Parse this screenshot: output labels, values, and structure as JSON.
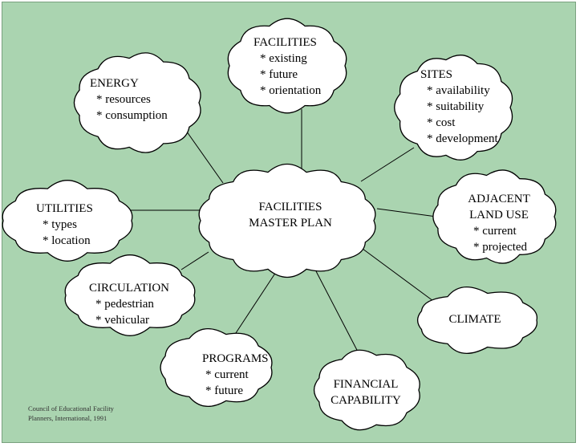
{
  "diagram": {
    "center": {
      "id": "center",
      "title": [
        "FACILITIES",
        "MASTER PLAN"
      ],
      "items": []
    },
    "nodes": [
      {
        "id": "facilities",
        "title": [
          "FACILITIES"
        ],
        "items": [
          "* existing",
          "* future",
          "* orientation"
        ]
      },
      {
        "id": "sites",
        "title": [
          "SITES"
        ],
        "items": [
          "* availability",
          "* suitability",
          "* cost",
          "* development"
        ]
      },
      {
        "id": "adjacent-land-use",
        "title": [
          "ADJACENT",
          "LAND USE"
        ],
        "items": [
          "* current",
          "* projected"
        ]
      },
      {
        "id": "climate",
        "title": [
          "CLIMATE"
        ],
        "items": []
      },
      {
        "id": "financial-capability",
        "title": [
          "FINANCIAL",
          "CAPABILITY"
        ],
        "items": []
      },
      {
        "id": "programs",
        "title": [
          "PROGRAMS"
        ],
        "items": [
          "* current",
          "* future"
        ]
      },
      {
        "id": "circulation",
        "title": [
          "CIRCULATION"
        ],
        "items": [
          "* pedestrian",
          "* vehicular"
        ]
      },
      {
        "id": "utilities",
        "title": [
          "UTILITIES"
        ],
        "items": [
          "* types",
          "* location"
        ]
      },
      {
        "id": "energy",
        "title": [
          "ENERGY"
        ],
        "items": [
          "* resources",
          "* consumption"
        ]
      }
    ]
  },
  "credit": [
    "Council of Educational Facility",
    "Planners, International, 1991"
  ],
  "colors": {
    "background": "#aad4b0",
    "cloud_fill": "#ffffff",
    "outline": "#000000"
  }
}
